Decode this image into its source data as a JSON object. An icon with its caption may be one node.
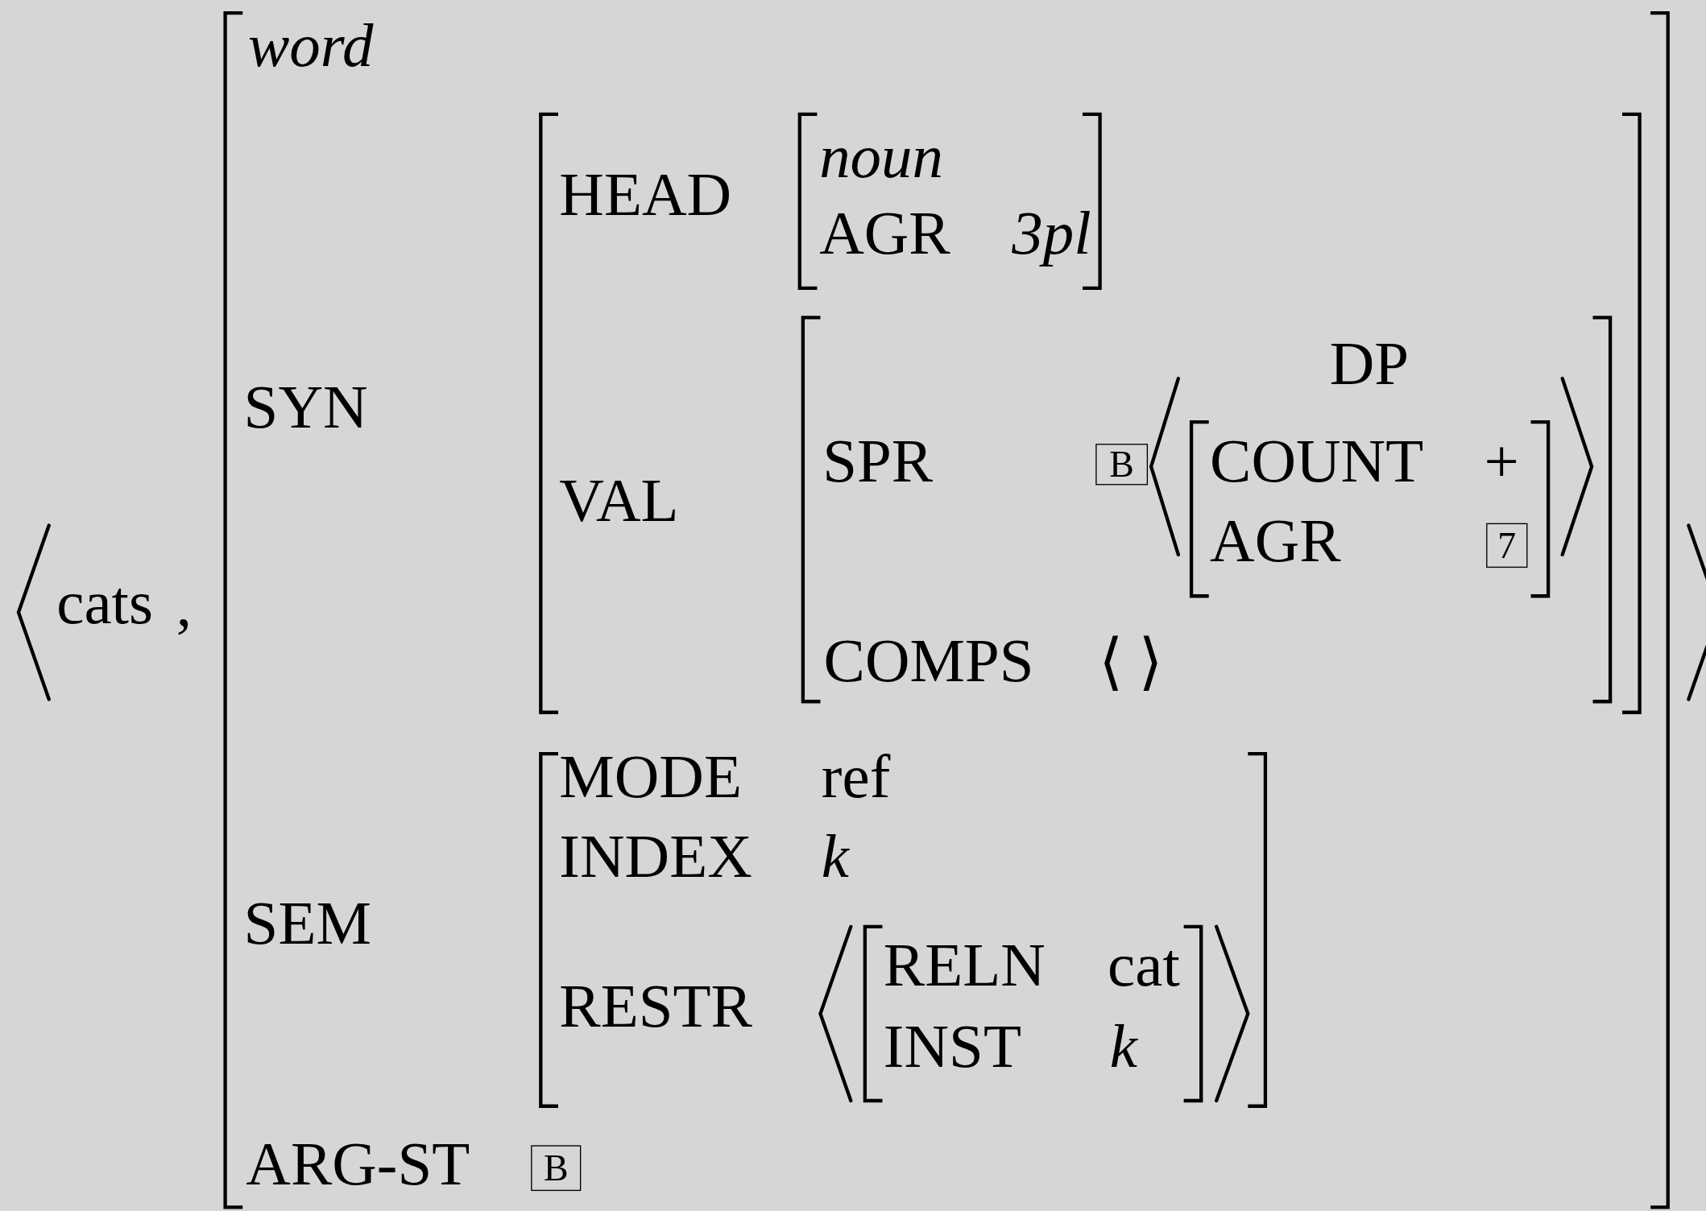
{
  "diagram": {
    "nodes": [
      {
        "text": [
          "word",
          "SYN",
          "SEM",
          "ARG-ST"
        ]
      },
      {
        "text": [
          "HEAD",
          "VAL"
        ],
        "in": 0
      },
      {
        "text": [
          "noun",
          "AGR",
          "3pl"
        ],
        "in": 1
      },
      {
        "text": [
          "SPR",
          "COMPS",
          "⟨ ⟩"
        ],
        "in": 1
      },
      {
        "text": [
          "B"
        ],
        "in": 3
      },
      {
        "text": [
          "DP",
          "COUNT",
          "+",
          "AGR"
        ],
        "in": 3
      },
      {
        "text": [
          "7"
        ],
        "in": 5
      },
      {
        "text": [
          "MODE",
          "ref",
          "INDEX",
          "k",
          "RESTR"
        ],
        "in": 0
      },
      {
        "text": [
          "RELN",
          "cat",
          "INST",
          "k"
        ],
        "in": 7
      },
      {
        "text": [
          "B"
        ],
        "in": 0
      }
    ],
    "labels": [
      "cats",
      ","
    ]
  }
}
